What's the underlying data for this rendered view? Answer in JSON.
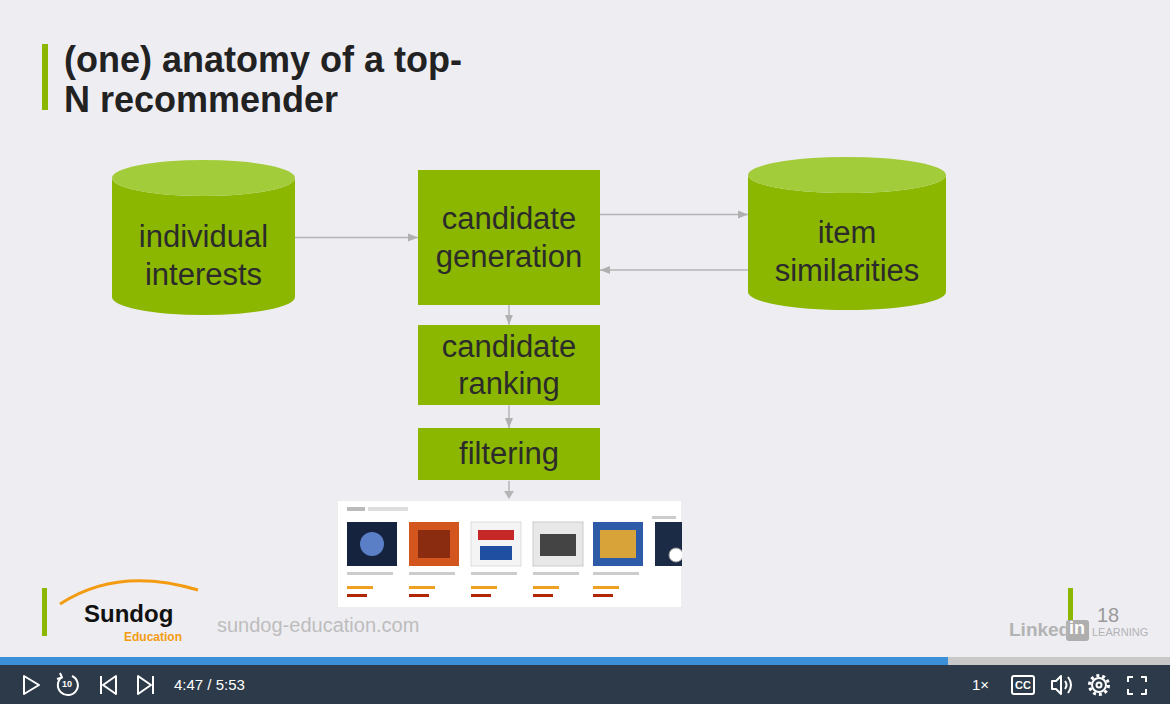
{
  "diagram": {
    "title": "(one) anatomy of a top-N recommender",
    "nodes": [
      {
        "text": [
          "individual interests"
        ]
      },
      {
        "text": [
          "candidate generation"
        ]
      },
      {
        "text": [
          "item similarities"
        ]
      },
      {
        "text": [
          "candidate ranking"
        ]
      },
      {
        "text": [
          "filtering"
        ]
      }
    ],
    "edges": [
      {
        "from": 0,
        "to": 1,
        "arrow": "to"
      },
      {
        "from": 1,
        "to": 2,
        "arrow": "to"
      },
      {
        "from": 2,
        "to": 1,
        "arrow": "to"
      },
      {
        "from": 1,
        "to": 3,
        "arrow": "to"
      },
      {
        "from": 3,
        "to": 4,
        "arrow": "to"
      }
    ],
    "labels": [
      "Sundog",
      "Education",
      "sundog-education.com",
      "18",
      "Linked",
      "in",
      "LEARNING",
      "10",
      "4:47 / 5:53",
      "1×",
      "CC"
    ]
  }
}
